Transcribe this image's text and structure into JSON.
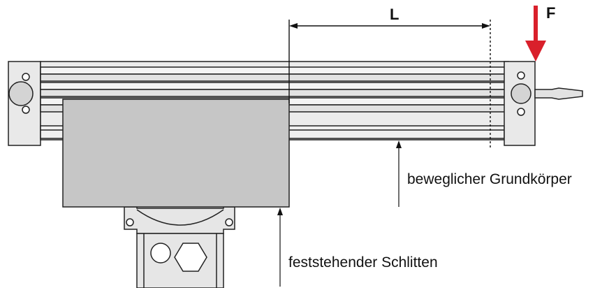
{
  "diagram": {
    "dimension_label": "L",
    "force_label": "F",
    "moving_body_label": "beweglicher Grundkörper",
    "fixed_carriage_label": "feststehender Schlitten"
  },
  "colors": {
    "force_arrow": "#d9202b",
    "carriage_fill": "#c6c6c6",
    "body_fill": "#e9e9e9",
    "outline": "#222222"
  }
}
